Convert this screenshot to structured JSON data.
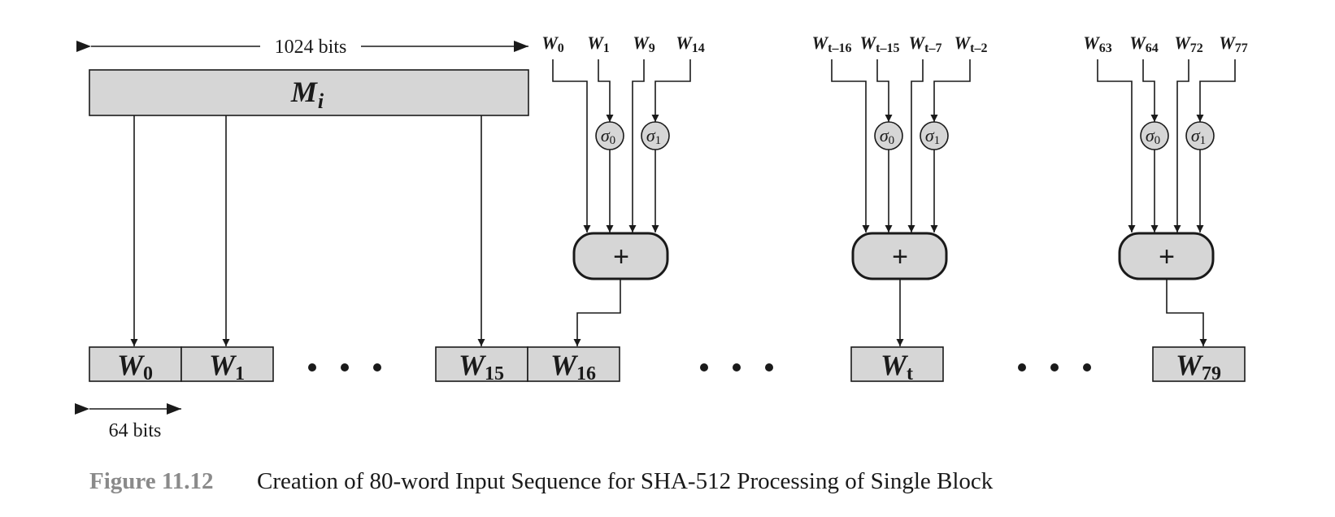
{
  "diagram": {
    "top_dimension": "1024 bits",
    "message_block": {
      "base": "M",
      "sub": "i"
    },
    "word_dimension": "64 bits",
    "output_words": [
      {
        "base": "W",
        "sub": "0"
      },
      {
        "base": "W",
        "sub": "1"
      },
      {
        "base": "W",
        "sub": "15"
      },
      {
        "base": "W",
        "sub": "16"
      },
      {
        "base": "W",
        "sub": "t"
      },
      {
        "base": "W",
        "sub": "79"
      }
    ],
    "groups": [
      {
        "inputs": [
          {
            "base": "W",
            "sub": "0"
          },
          {
            "base": "W",
            "sub": "1"
          },
          {
            "base": "W",
            "sub": "9"
          },
          {
            "base": "W",
            "sub": "14"
          }
        ]
      },
      {
        "inputs": [
          {
            "base": "W",
            "sub": "t–16"
          },
          {
            "base": "W",
            "sub": "t–15"
          },
          {
            "base": "W",
            "sub": "t–7"
          },
          {
            "base": "W",
            "sub": "t–2"
          }
        ]
      },
      {
        "inputs": [
          {
            "base": "W",
            "sub": "63"
          },
          {
            "base": "W",
            "sub": "64"
          },
          {
            "base": "W",
            "sub": "72"
          },
          {
            "base": "W",
            "sub": "77"
          }
        ]
      }
    ],
    "sigma0": {
      "base": "σ",
      "sub": "0"
    },
    "sigma1": {
      "base": "σ",
      "sub": "1"
    },
    "adder_symbol": "+"
  },
  "caption": {
    "number": "Figure 11.12",
    "text": "Creation of 80-word Input Sequence for SHA-512 Processing of Single Block"
  }
}
